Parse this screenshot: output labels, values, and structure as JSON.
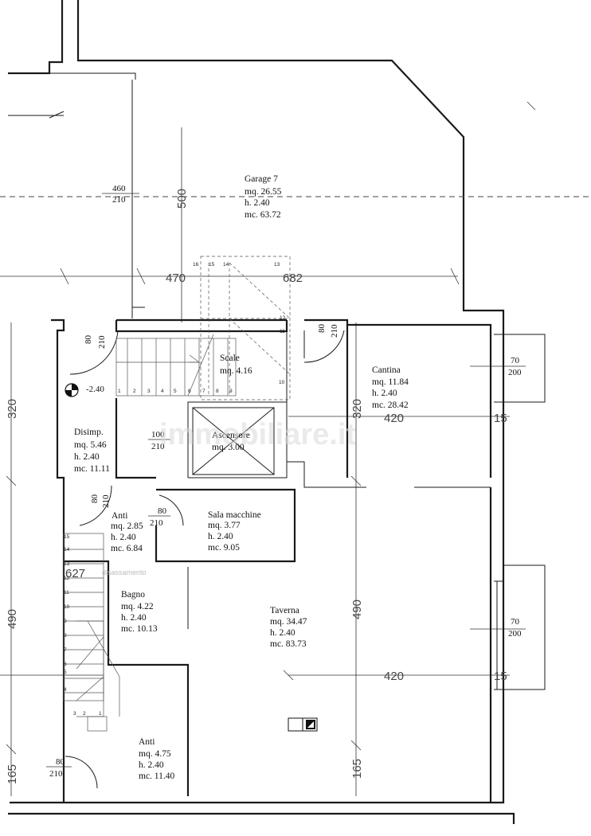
{
  "rooms": {
    "garage": {
      "name": "Garage 7",
      "area": "mq. 26.55",
      "height": "h. 2.40",
      "volume": "mc. 63.72"
    },
    "scale": {
      "name": "Scale",
      "area": "mq. 4.16"
    },
    "cantina": {
      "name": "Cantina",
      "area": "mq. 11.84",
      "height": "h. 2.40",
      "volume": "mc. 28.42"
    },
    "disimp": {
      "name": "Disimp.",
      "area": "mq. 5.46",
      "height": "h. 2.40",
      "volume": "mc. 11.11"
    },
    "ascensore": {
      "name": "Ascensore",
      "area": "mq. 3.00"
    },
    "anti1": {
      "name": "Anti",
      "area": "mq. 2.85",
      "height": "h. 2.40",
      "volume": "mc. 6.84"
    },
    "sala": {
      "name": "Sala macchine",
      "area": "mq. 3.77",
      "height": "h. 2.40",
      "volume": "mc. 9.05"
    },
    "bagno": {
      "name": "Bagno",
      "area": "mq. 4.22",
      "height": "h. 2.40",
      "volume": "mc. 10.13"
    },
    "taverna": {
      "name": "Taverna",
      "area": "mq. 34.47",
      "height": "h. 2.40",
      "volume": "mc. 83.73"
    },
    "anti2": {
      "name": "Anti",
      "area": "mq. 4.75",
      "height": "h. 2.40",
      "volume": "mc. 11.40"
    }
  },
  "openings": {
    "garage_door": {
      "w": "460",
      "h": "210"
    },
    "door_disimp": {
      "w": "80",
      "h": "210"
    },
    "door_cantina": {
      "w": "80",
      "h": "210"
    },
    "window_cantina": {
      "w": "70",
      "h": "200"
    },
    "door_asc": {
      "w": "100",
      "h": "210"
    },
    "door_anti1": {
      "w": "80",
      "h": "210"
    },
    "door_sala": {
      "w": "80",
      "h": "210"
    },
    "window_taverna": {
      "w": "70",
      "h": "200"
    },
    "door_anti2": {
      "w": "80",
      "h": "210"
    }
  },
  "dimensions": {
    "d500": "500",
    "d470": "470",
    "d682": "682",
    "d320_left": "320",
    "d320_mid": "320",
    "d420_top": "420",
    "d15_top": "15",
    "d490_left": "490",
    "d490_mid": "490",
    "d420_bottom": "420",
    "d15_bottom": "15",
    "d165_left": "165",
    "d165_mid": "165",
    "d627": "627"
  },
  "level": "-2.40",
  "stairs_top": [
    "1",
    "2",
    "3",
    "4",
    "5",
    "6",
    "7",
    "8",
    "9",
    "10",
    "11",
    "12",
    "13",
    "14",
    "15",
    "16"
  ],
  "stairs_left": [
    "15",
    "14",
    "13",
    "12",
    "11",
    "10",
    "9",
    "8",
    "7",
    "6",
    "5",
    "4",
    "3",
    "2",
    "1"
  ],
  "note": "disassamento",
  "watermark": "immobiliare.it"
}
